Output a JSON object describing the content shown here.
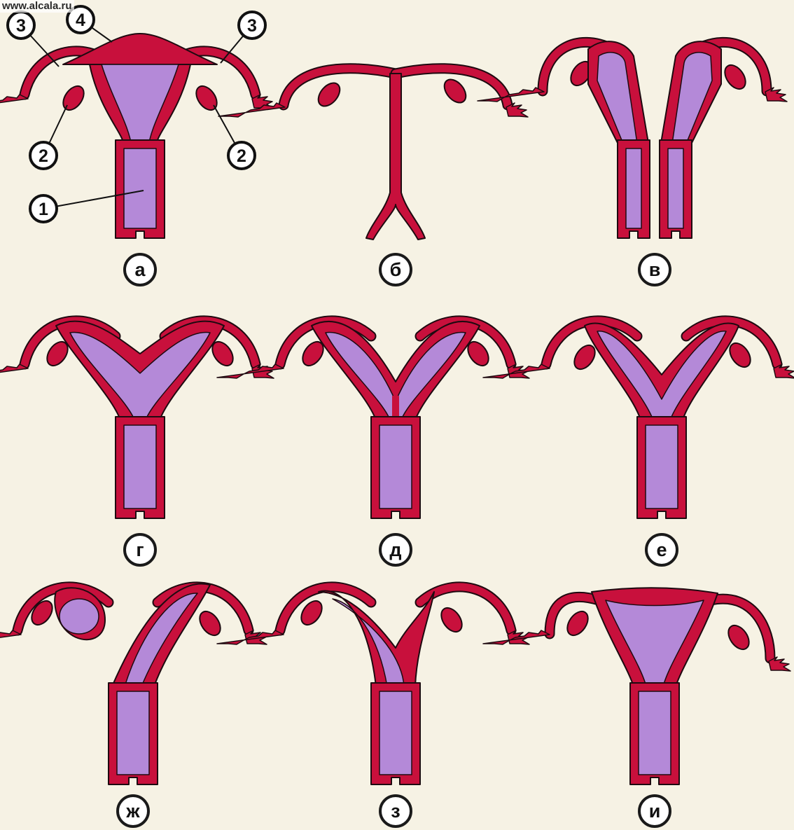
{
  "watermark": "www.alcala.ru",
  "colors": {
    "background": "#f6f2e4",
    "wall": "#c8103c",
    "cavity": "#b489d8",
    "ovary": "#c8103c",
    "outline": "#1e0a10",
    "label_fill": "#ffffff",
    "label_stroke": "#1a1a1a"
  },
  "panels": [
    {
      "id": "a",
      "label": "а",
      "variant": "normal"
    },
    {
      "id": "b",
      "label": "б",
      "variant": "absent"
    },
    {
      "id": "v",
      "label": "в",
      "variant": "didelphys"
    },
    {
      "id": "g",
      "label": "г",
      "variant": "bicornuate"
    },
    {
      "id": "d",
      "label": "д",
      "variant": "bicornuate-deep"
    },
    {
      "id": "e",
      "label": "е",
      "variant": "bicornuate-single-neck"
    },
    {
      "id": "zh",
      "label": "ж",
      "variant": "rudimentary-horn"
    },
    {
      "id": "z",
      "label": "з",
      "variant": "unicornuate"
    },
    {
      "id": "i",
      "label": "и",
      "variant": "arcuate"
    }
  ],
  "callouts": [
    {
      "text": "1"
    },
    {
      "text": "2"
    },
    {
      "text": "2"
    },
    {
      "text": "3"
    },
    {
      "text": "3"
    },
    {
      "text": "4"
    }
  ]
}
